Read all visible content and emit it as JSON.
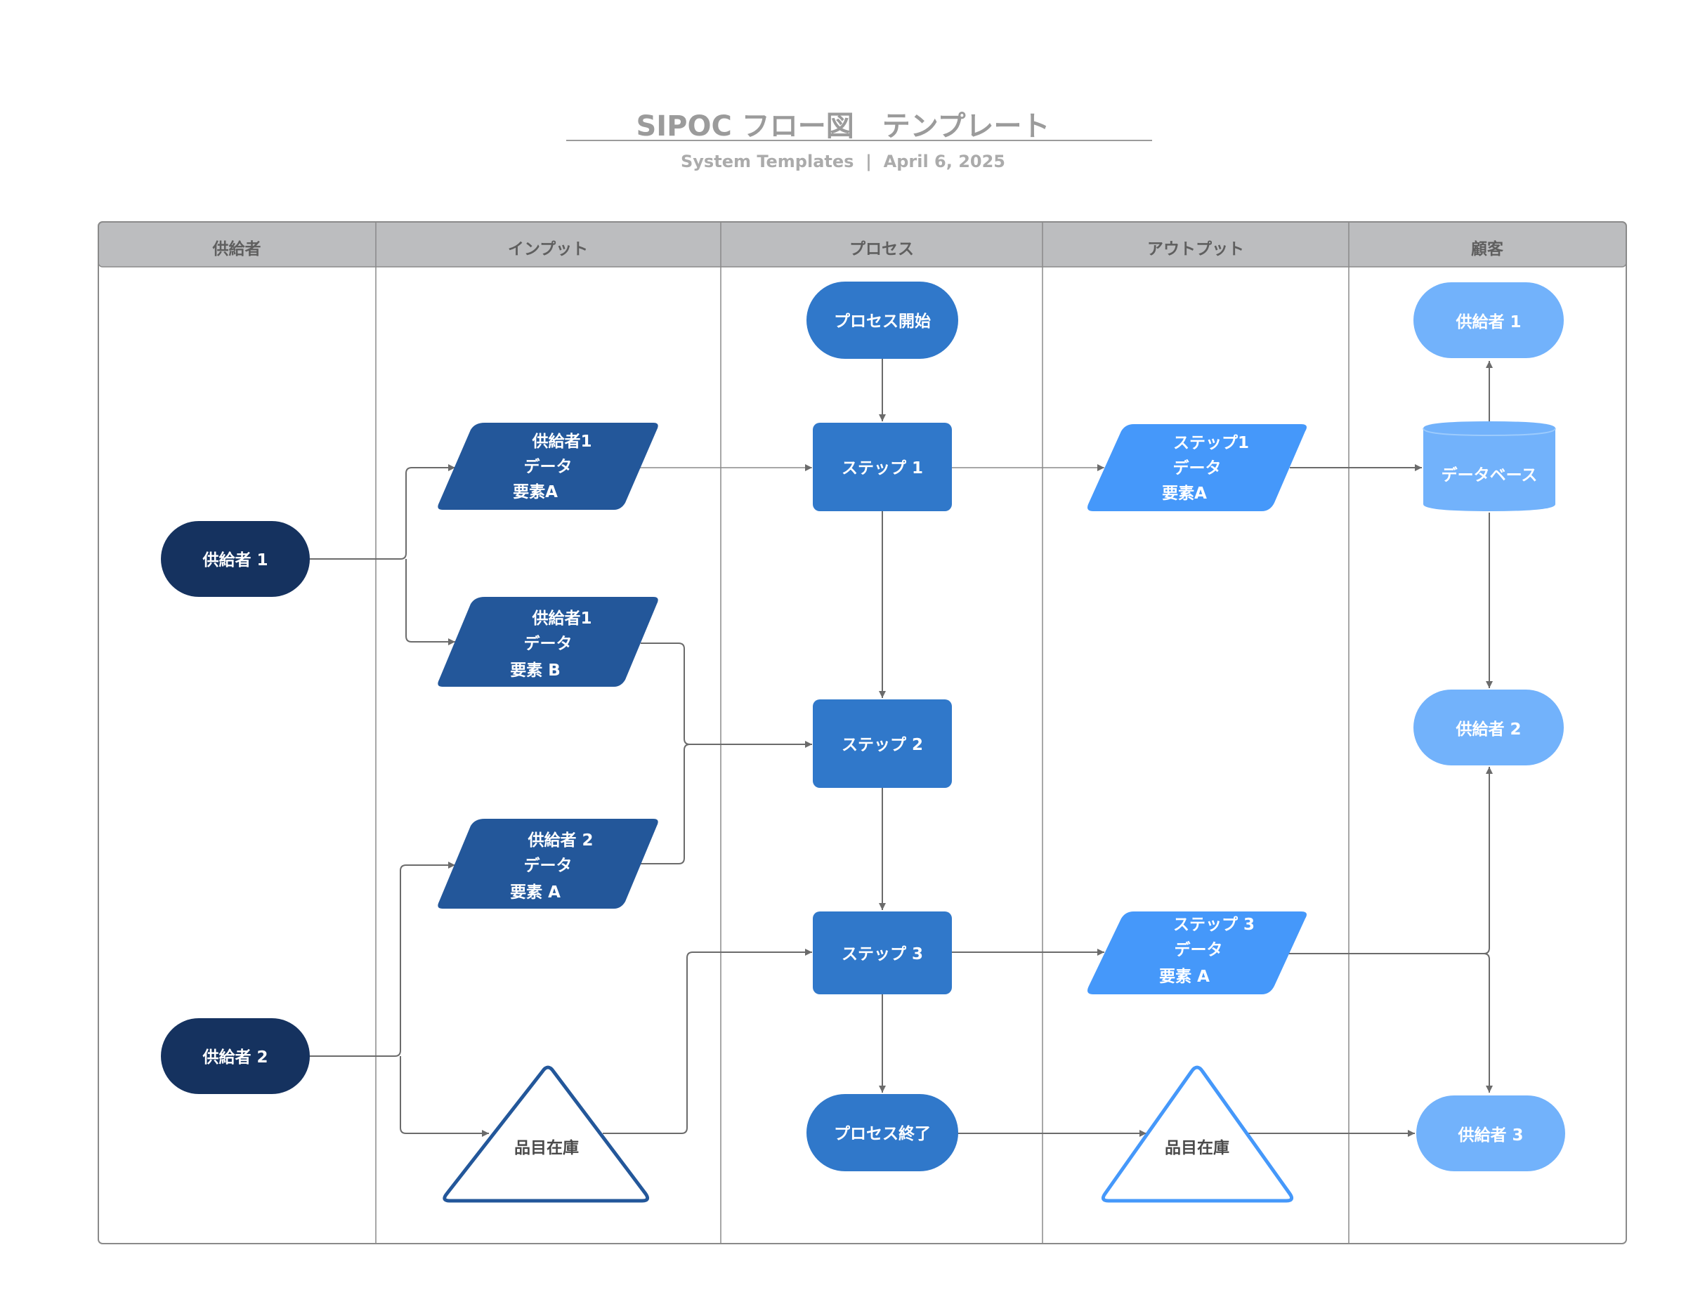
{
  "header": {
    "title": "SIPOC フロー図　テンプレート",
    "subtitle": "System Templates  |  April 6, 2025"
  },
  "lanes": [
    "供給者",
    "インプット",
    "プロセス",
    "アウトプット",
    "顧客"
  ],
  "nodes": {
    "supplier1": "供給者 1",
    "supplier2": "供給者 2",
    "input1": [
      "供給者1",
      "データ",
      "要素A"
    ],
    "input2": [
      "供給者1",
      "データ",
      "要素 B"
    ],
    "input3": [
      "供給者 2",
      "データ",
      "要素 A"
    ],
    "input_stock": "品目在庫",
    "process_start": "プロセス開始",
    "step1": "ステップ 1",
    "step2": "ステップ 2",
    "step3": "ステップ 3",
    "process_end": "プロセス終了",
    "output1": [
      "ステップ1",
      "データ",
      "要素A"
    ],
    "output3": [
      "ステップ 3",
      "データ",
      "要素 A"
    ],
    "output_stock": "品目在庫",
    "database": "データベース",
    "customer1": "供給者 1",
    "customer2": "供給者 2",
    "customer3": "供給者 3"
  },
  "colors": {
    "supplier": "#15325f",
    "input": "#23579a",
    "process": "#3078ca",
    "output": "#4598fa",
    "customer": "#72b2fb",
    "lane_header": "#bcbdbf",
    "grid": "#a6a6a6"
  }
}
